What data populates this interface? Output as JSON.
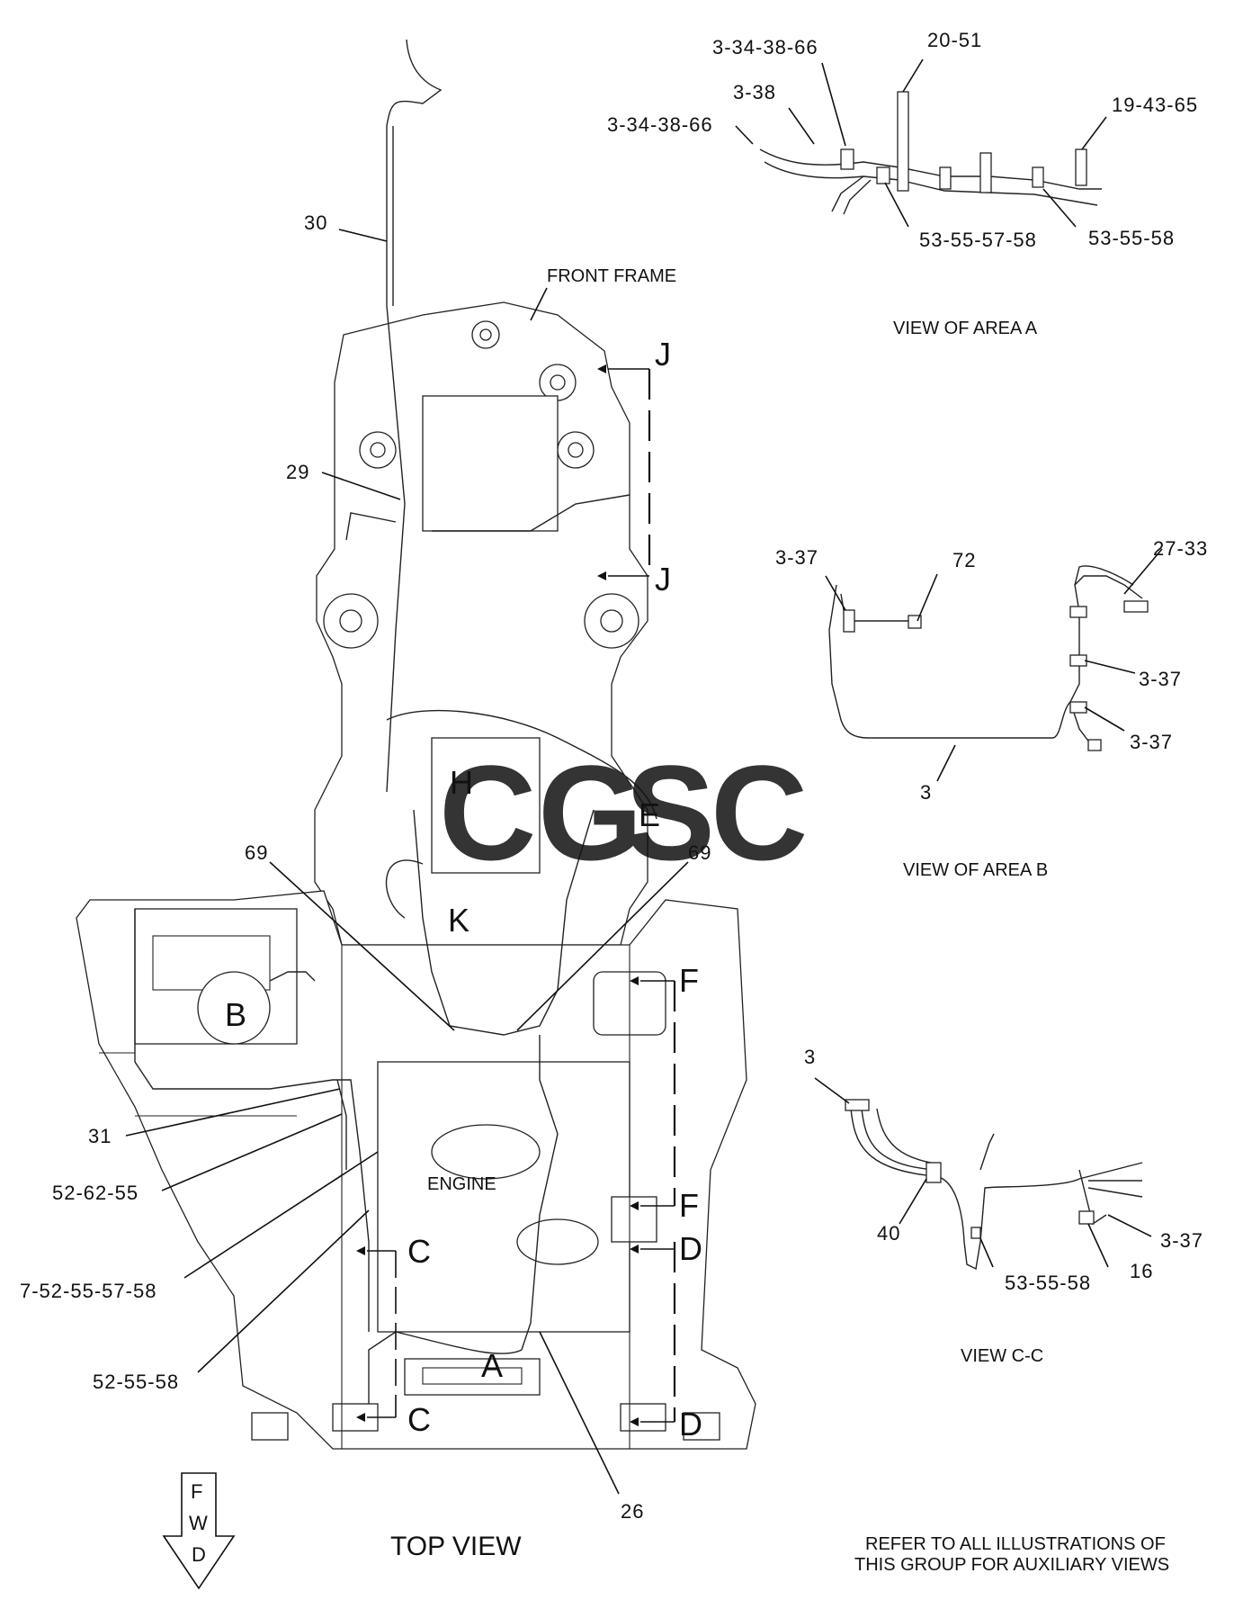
{
  "views": {
    "area_a_title": "VIEW OF AREA A",
    "area_b_title": "VIEW OF AREA B",
    "cc_title": "VIEW C-C",
    "top_view_title": "TOP VIEW"
  },
  "labels": {
    "front_frame": "FRONT FRAME",
    "engine": "ENGINE",
    "fwd_f": "F",
    "fwd_w": "W",
    "fwd_d": "D"
  },
  "callouts_area_a": [
    "3-34-38-66",
    "20-51",
    "3-38",
    "19-43-65",
    "3-34-38-66",
    "53-55-57-58",
    "53-55-58"
  ],
  "callouts_area_b": [
    "3-37",
    "72",
    "27-33",
    "3-37",
    "3-37",
    "3"
  ],
  "callouts_cc": [
    "3",
    "40",
    "53-55-58",
    "16",
    "3-37"
  ],
  "callouts_main": [
    "30",
    "29",
    "69",
    "69",
    "31",
    "52-62-55",
    "7-52-55-57-58",
    "52-55-58",
    "26"
  ],
  "section_letters": {
    "j_top": "J",
    "j_bottom": "J",
    "f_top": "F",
    "f_bottom": "F",
    "d_top": "D",
    "d_bottom": "D",
    "c_top": "C",
    "c_bottom": "C",
    "area_a": "A",
    "area_b": "B",
    "area_h": "H",
    "area_e": "E",
    "area_k": "K"
  },
  "watermark": {
    "letters": [
      "C",
      "G",
      "S",
      "C"
    ],
    "colors": [
      "#4f8ef0",
      "#e8625a",
      "#f2c24c",
      "#5aae86"
    ]
  },
  "note_lines": [
    "REFER TO ALL ILLUSTRATIONS OF",
    "THIS GROUP FOR AUXILIARY VIEWS"
  ]
}
